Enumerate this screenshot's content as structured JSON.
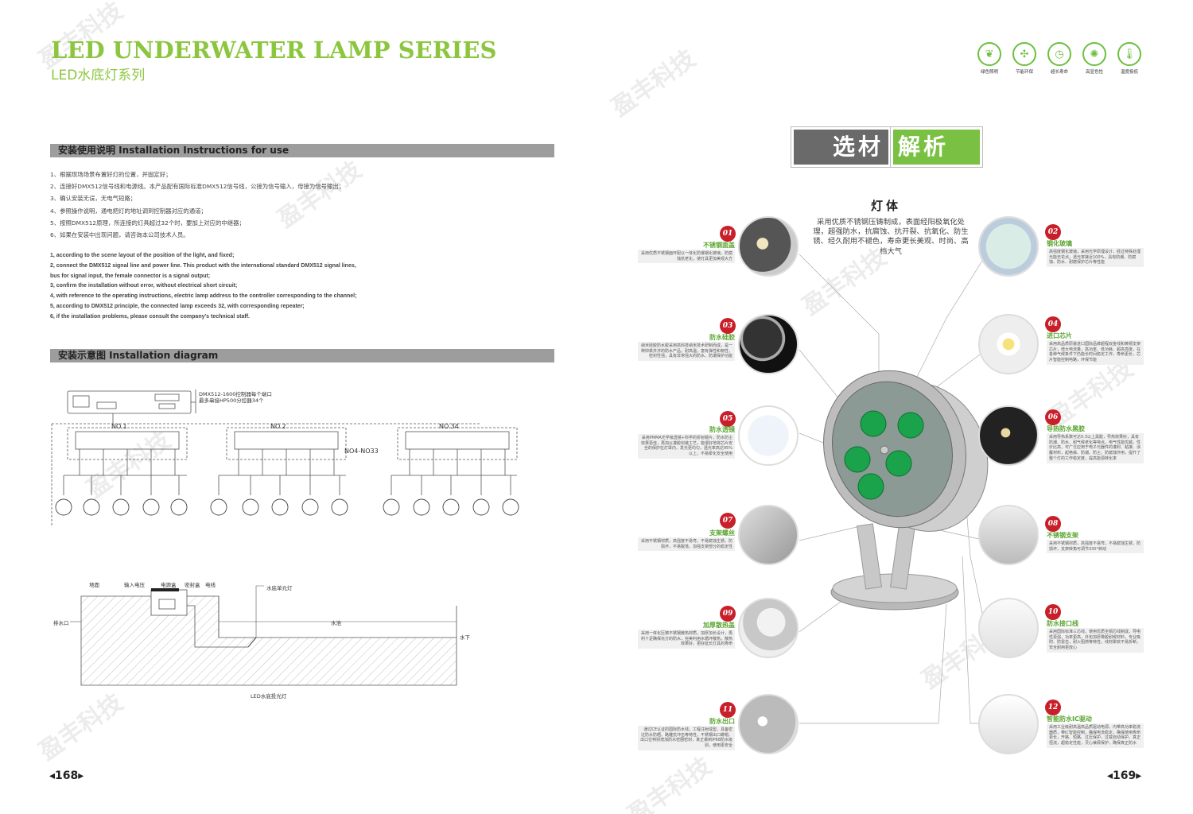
{
  "left": {
    "title_en": "LED UNDERWATER LAMP SERIES",
    "title_cn": "LED水底灯系列",
    "install_header": "安装使用说明   Installation Instructions for use",
    "steps_cn": [
      "1、根据现场场景布置好灯的位置，并固定好；",
      "2、连接好DMX512信号线和电源线。本产品配有国际标准DMX512信号线，公接为信号输入，母接为信号输出；",
      "3、确认安装无误，无电气短路；",
      "4、参照操作说明，通电把灯的地址调到控制器对应的通道；",
      "5、按照DMX512原理，所连接的灯具超过32个时，要加上对应的中继器；",
      "6、如果在安装中出现问题，请咨询本公司技术人员。"
    ],
    "steps_en": [
      "1, according to the scene layout of the position of the light, and fixed;",
      "2, connect the DMX512 signal line and power line. This product with the international standard DMX512 signal lines,",
      "    bus for signal input, the female connector is a signal output;",
      "3, confirm the installation without error, without electrical short circuit;",
      "4, with reference to the operating instructions, electric lamp address to the controller corresponding to the channel;",
      "5, according to DMX512 principle, the connected lamp exceeds 32, with corresponding repeater;",
      "6, if the installation problems, please consult the company's technical staff."
    ],
    "diagram_header": "安装示意图   Installation diagram",
    "diagram1": {
      "controller_note": "DMX512-1600控制器每个端口",
      "controller_note2": "最多串接HP500分控器34个",
      "no1": "NO.1",
      "no2": "NO.2",
      "no34": "NO.34",
      "range": "NO4-NO33"
    },
    "diagram2": {
      "ground": "地面",
      "input_voltage": "输入电压",
      "power_box": "电源盒",
      "sealed_box": "密封盒",
      "wire": "电线",
      "lamp_label": "水底单元灯",
      "drain": "排水口",
      "pool": "水池",
      "underwater": "水下",
      "caption": "LED水底投光灯"
    },
    "page_number": "168"
  },
  "right": {
    "features": [
      {
        "icon": "leaf-icon",
        "glyph": "❦",
        "label": "绿色照明"
      },
      {
        "icon": "fan-icon",
        "glyph": "✣",
        "label": "节能环保"
      },
      {
        "icon": "clock-icon",
        "glyph": "◷",
        "label": "超长寿命"
      },
      {
        "icon": "gear-icon",
        "glyph": "✺",
        "label": "高显色性"
      },
      {
        "icon": "thermometer-icon",
        "glyph": "🌡",
        "label": "温度极低"
      }
    ],
    "banner_left": "选材",
    "banner_right": "解析",
    "body_title": "灯体",
    "body_desc": "采用优质不锈钢压铸制成，表面经阳极氧化处理，超强防水，抗腐蚀、抗开裂、抗氧化、防生锈、经久耐用不褪色，寿命更长美观、时尚、高档大气",
    "callouts": [
      {
        "num": "01",
        "title": "不锈钢面盖",
        "text": "采用优质不锈钢面环配以一体化防爆钢化玻璃，防腐蚀抗老化，使灯具更加美观大方"
      },
      {
        "num": "02",
        "title": "钢化玻璃",
        "text": "高强度钢化玻璃，采用光学原理设计，经过特殊处理光能无花点，透光率接近100%，具有防爆、防腐蚀、防水、耐磨保护芯片等性能"
      },
      {
        "num": "03",
        "title": "防水硅胶",
        "text": "纳米硅胶防水胶采用高科技纳米技术研制而成，是一种抑柔并济的防水产品，耐高温，富有弹性和韧性，密封性强，具有非常强大的防水、防潮保护功能"
      },
      {
        "num": "04",
        "title": "进口芯片",
        "text": "采用高品质原装进口国际品牌超程双金线和黄铜支架芯片，增大电流量，高功率、低功耗、超高亮度，在各种气候条件下仍能长时间稳定工作，寿命更长，芯片智能控制电路，环保节能"
      },
      {
        "num": "05",
        "title": "防水透镜",
        "text": "采用PMMA光学级透镜+科学的折射镜片，防水防尘效果更佳，再加以灌胶封装工艺，能很好地将芯片安全的保护在灯罩内，发光更均匀，透光率高达95%以上，不易晕化安全使用"
      },
      {
        "num": "06",
        "title": "导热防水黑胶",
        "text": "采用导热系数可达0.3以上黑胶，导热效果好，具有防潮、防水、耐气候老化等特点，电气性能优越，性价比高，可广泛应用于电子元器件的灌封、粘接、涂覆材料，起绝缘、防潮、防尘、防腐蚀作用，提升了整个灯的工作稳定度，提高能源转化率"
      },
      {
        "num": "07",
        "title": "支架螺丝",
        "text": "采用不锈钢材质，高强度不易弯，不易腐蚀生锈，防损坏，不易脱落，加强支架部分的稳定性"
      },
      {
        "num": "08",
        "title": "不锈钢支架",
        "text": "采用不锈钢材质，高强度不易弯，不易腐蚀生锈，防损坏，支架转角可调节330°转动"
      },
      {
        "num": "09",
        "title": "加厚散热盖",
        "text": "采用一体化压铸不锈钢散热材质，加厚加长设计，再利十足确保充分的防水，完美利用水循环散热，散热效果好，更好延长灯具的寿命"
      },
      {
        "num": "10",
        "title": "防水接口线",
        "text": "采用国际标准三芯线，使用优质全铜芯线制成，导电性更强，功率更高，外包加厚橡胶耐候材料，专业吸附、防雷击，耐火阻燃等特性，线材柔软不易折断，安全耐用更放心"
      },
      {
        "num": "11",
        "title": "防水出口",
        "text": "通过CE认证的国际防水线，工程注射成型，具备密过防水防晒、路雕抗冲击等特性，不锈钢出口螺帽，出口位特别增加防水密圈密封，真正做到IP68防水级别，使用更安全"
      },
      {
        "num": "12",
        "title": "智能防水IC驱动",
        "text": "采用工业级耐高温高品质驱动电源，内带高功率稳流器质，带IC智能控制，确保电流稳定，确保使用寿命更长，开路、短路、过压保护，过载自动保护，真正恒流，超稳定性能，灵心兼顾保护，确保真正防水"
      }
    ],
    "page_number": "169",
    "colors": {
      "accent": "#8cc63f",
      "badge": "#c8202a",
      "banner_gray": "#6a6a6a",
      "banner_green": "#7ac143"
    }
  },
  "watermark": "盈丰科技"
}
